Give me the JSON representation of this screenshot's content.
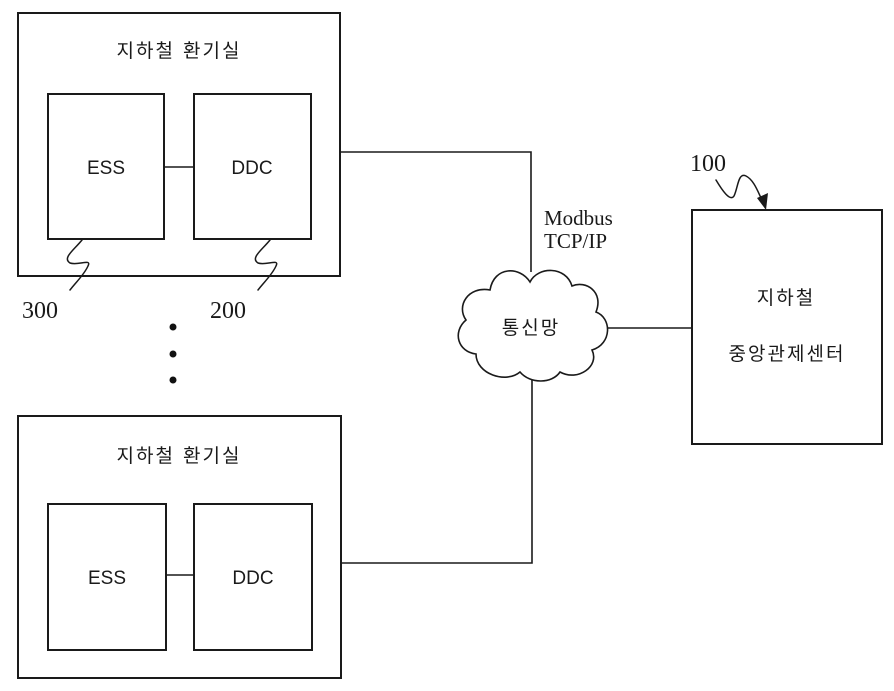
{
  "diagram": {
    "stations": [
      {
        "title": "지하철 환기실",
        "left_device": "ESS",
        "right_device": "DDC",
        "left_ref": "300",
        "right_ref": "200"
      },
      {
        "title": "지하철 환기실",
        "left_device": "ESS",
        "right_device": "DDC"
      }
    ],
    "ellipsis": "⋮",
    "network": {
      "label": "통신망",
      "protocol_line1": "Modbus",
      "protocol_line2": "TCP/IP"
    },
    "control_center": {
      "ref": "100",
      "line1": "지하철",
      "line2": "중앙관제센터"
    }
  }
}
